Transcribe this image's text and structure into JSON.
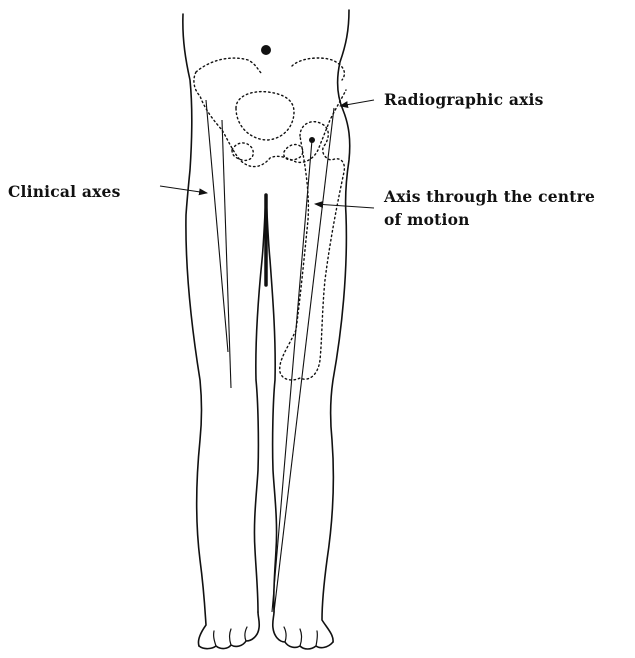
{
  "labels": {
    "radiographic_axis": "Radiographic axis",
    "clinical_axes": "Clinical axes",
    "axis_centre_line1": "Axis through the centre",
    "axis_centre_line2": "of motion"
  },
  "colors": {
    "ink": "#111111",
    "background": "#ffffff"
  }
}
